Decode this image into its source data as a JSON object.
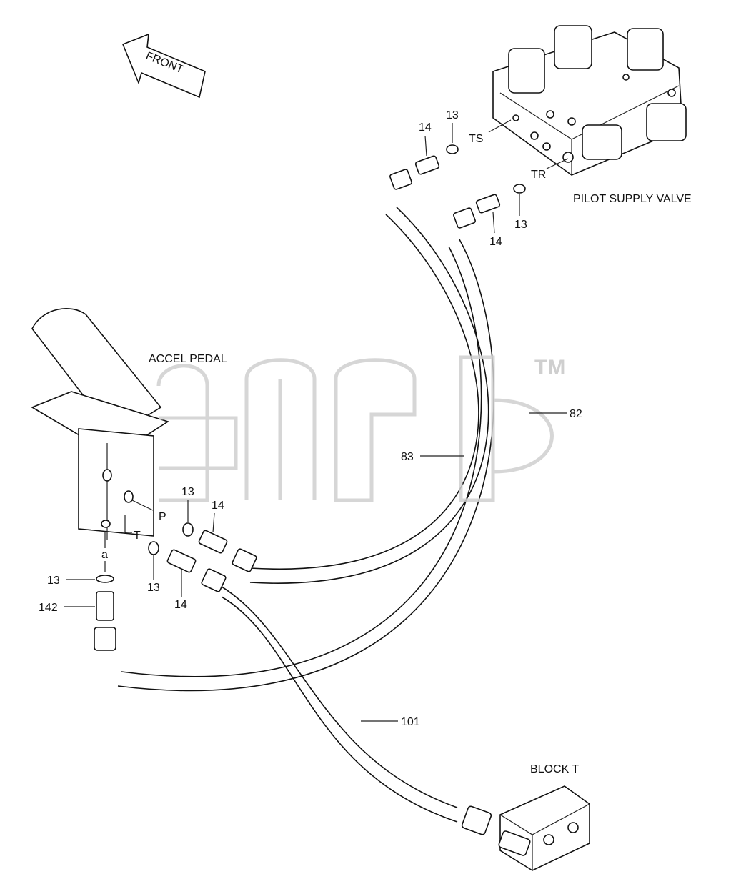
{
  "orientation": {
    "arrow_label": "FRONT"
  },
  "assemblies": {
    "pilot_supply_valve": "PILOT SUPPLY VALVE",
    "accel_pedal": "ACCEL PEDAL",
    "block_t": "BLOCK  T"
  },
  "ports": {
    "ts": "TS",
    "tr": "TR",
    "p": "P",
    "t": "T",
    "a": "a"
  },
  "part_numbers": {
    "valve_ts_seal": "13",
    "valve_ts_fitting": "14",
    "valve_tr_seal": "13",
    "valve_tr_fitting": "14",
    "pedal_p_seal": "13",
    "pedal_p_fitting": "14",
    "pedal_t_seal": "13",
    "pedal_t_fitting": "14",
    "pedal_a_seal": "13",
    "pedal_a_fitting": "142",
    "hose_82": "82",
    "hose_83": "83",
    "hose_101": "101"
  },
  "watermark": {
    "text": "TM"
  },
  "colors": {
    "line": "#111111",
    "watermark": "#cfcfcf"
  }
}
